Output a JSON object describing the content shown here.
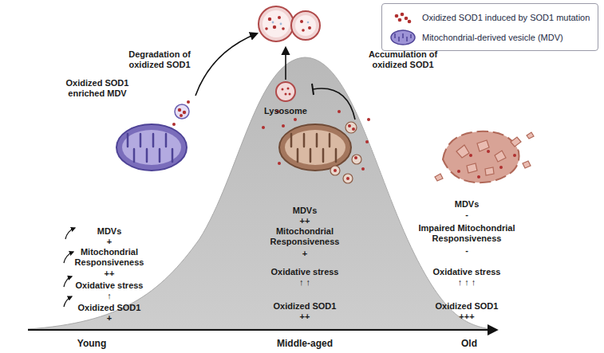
{
  "diagram": {
    "nodes": [
      {
        "text": [
          "Lysosome"
        ]
      }
    ],
    "labels": [
      "Degradation of oxidized SOD1",
      "Accumulation of oxidized SOD1",
      "Oxidized SOD1 enriched MDV",
      "MDVs",
      "+",
      "Mitochondrial Responsiveness",
      "++",
      "Oxidative stress",
      "↑",
      "Oxidized SOD1",
      "+",
      "MDVs",
      "++",
      "Mitochondrial Responsiveness",
      "+",
      "Oxidative stress",
      "↑ ↑",
      "Oxidized SOD1",
      "++",
      "MDVs",
      "-",
      "Impaired Mitochondrial Responsiveness",
      "-",
      "Oxidative stress",
      "↑ ↑ ↑",
      "Oxidized SOD1",
      "+++",
      "Young",
      "Middle-aged",
      "Old"
    ],
    "legend": [
      {
        "text": "Oxidized SOD1 induced by SOD1 mutation"
      },
      {
        "text": "Mitochondrial-derived vesicle (MDV)"
      }
    ]
  }
}
